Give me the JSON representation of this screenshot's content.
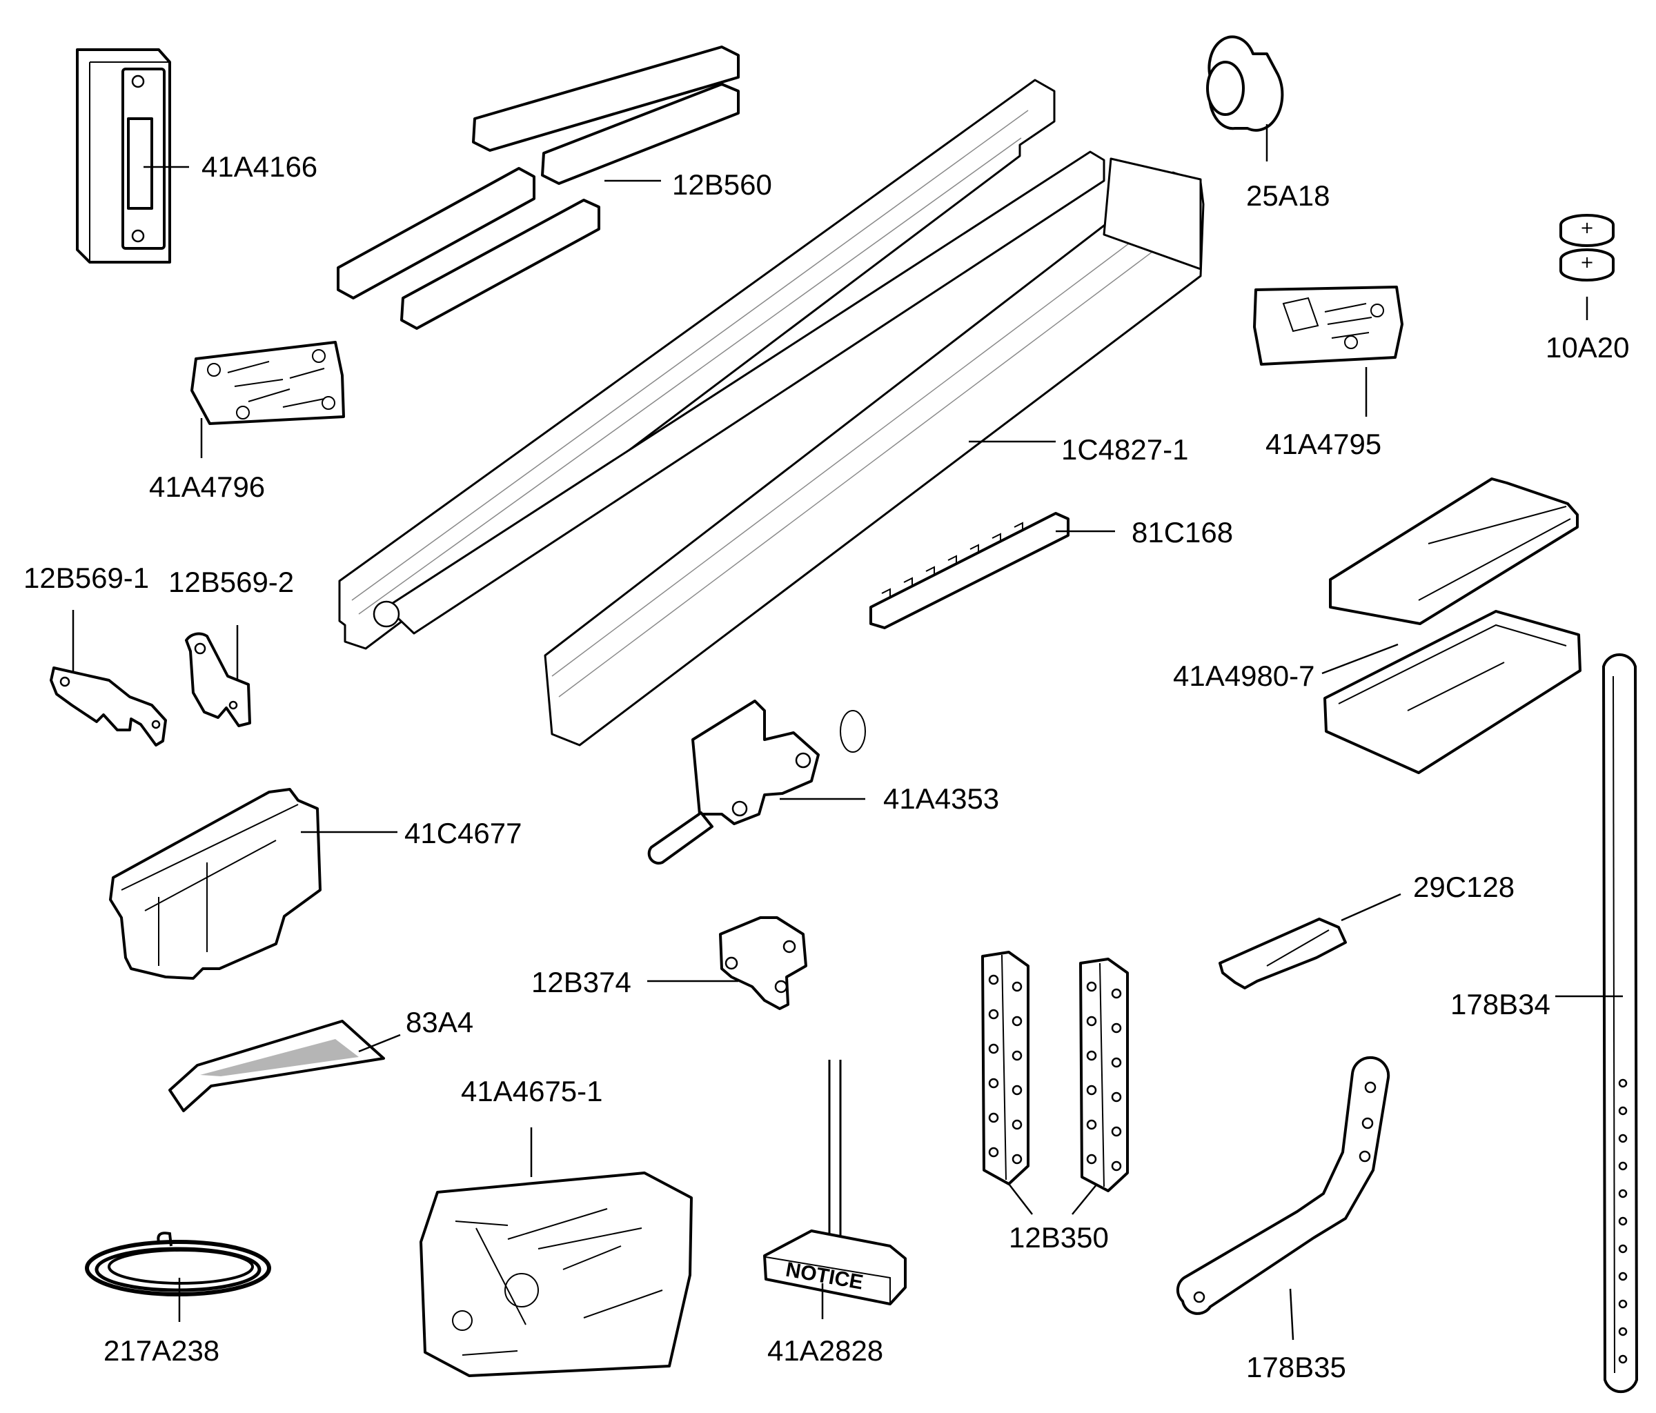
{
  "diagram": {
    "labels": {
      "p41A4166": "41A4166",
      "p12B560": "12B560",
      "p25A18": "25A18",
      "p10A20": "10A20",
      "p41A4795": "41A4795",
      "p1C4827": "1C4827-1",
      "p41A4796": "41A4796",
      "p81C168": "81C168",
      "p12B569_1": "12B569-1",
      "p12B569_2": "12B569-2",
      "p41A4980": "41A4980-7",
      "p41A4353": "41A4353",
      "p41C4677": "41C4677",
      "p29C128": "29C128",
      "p12B374": "12B374",
      "p178B34": "178B34",
      "p83A4": "83A4",
      "p41A4675": "41A4675-1",
      "p12B350": "12B350",
      "p217A238": "217A238",
      "p41A2828": "41A2828",
      "p178B35": "178B35"
    },
    "notice_text": "NOTICE",
    "battery_symbol": "+"
  }
}
